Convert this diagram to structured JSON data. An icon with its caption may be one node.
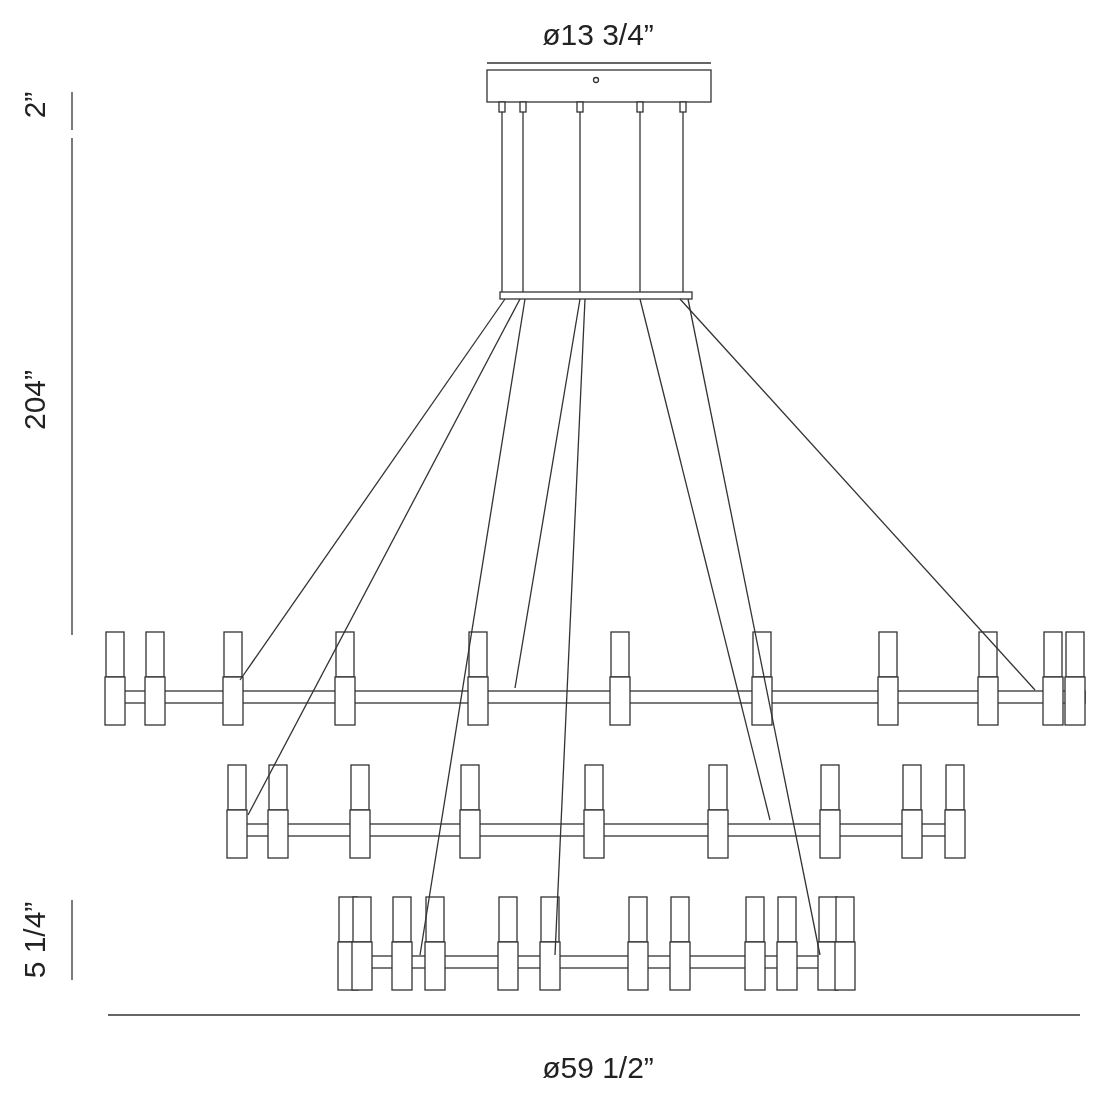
{
  "diagram": {
    "labels": [
      "ø13 3/4”",
      "2”",
      "204”",
      "5 1/4”",
      "ø59 1/2”"
    ]
  }
}
